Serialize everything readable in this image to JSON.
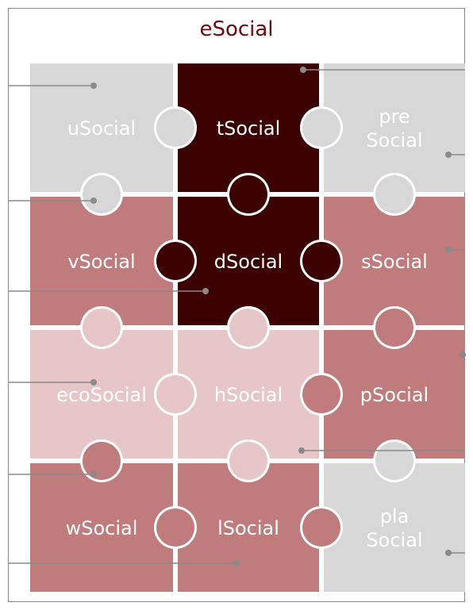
{
  "title": "eSocial",
  "colors": {
    "light_gray": "#d7d7d7",
    "dark_maroon": "#3d0000",
    "rose": "#c07c7c",
    "pale_rose": "#e6c6c6",
    "connector_line": "#8a8a8a"
  },
  "tiles": [
    {
      "name": "uSocial",
      "label": [
        "uSocial"
      ],
      "color": "light_gray"
    },
    {
      "name": "tSocial",
      "label": [
        "tSocial"
      ],
      "color": "dark_maroon"
    },
    {
      "name": "preSocial",
      "label": [
        "pre",
        "Social"
      ],
      "color": "light_gray"
    },
    {
      "name": "vSocial",
      "label": [
        "vSocial"
      ],
      "color": "rose"
    },
    {
      "name": "dSocial",
      "label": [
        "dSocial"
      ],
      "color": "dark_maroon"
    },
    {
      "name": "sSocial",
      "label": [
        "sSocial"
      ],
      "color": "rose"
    },
    {
      "name": "ecoSocial",
      "label": [
        "ecoSocial"
      ],
      "color": "pale_rose"
    },
    {
      "name": "hSocial",
      "label": [
        "hSocial"
      ],
      "color": "pale_rose"
    },
    {
      "name": "pSocial",
      "label": [
        "pSocial"
      ],
      "color": "rose"
    },
    {
      "name": "wSocial",
      "label": [
        "wSocial"
      ],
      "color": "rose"
    },
    {
      "name": "lSocial",
      "label": [
        "lSocial"
      ],
      "color": "rose"
    },
    {
      "name": "plaSocial",
      "label": [
        "pla",
        "Social"
      ],
      "color": "light_gray"
    }
  ]
}
